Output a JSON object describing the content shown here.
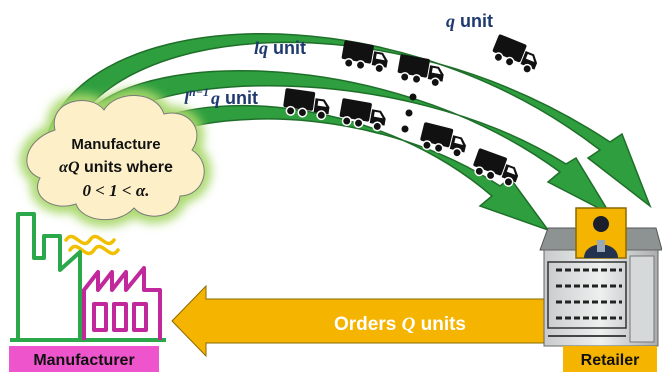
{
  "flows": [
    {
      "prefix": "",
      "var": "q",
      "suffix": " unit"
    },
    {
      "prefix": "",
      "var": "lq",
      "suffix": " unit"
    },
    {
      "prefix": "l",
      "sup": "n−1",
      "var": "q",
      "suffix": " unit"
    }
  ],
  "cloud": {
    "line1": "Manufacture",
    "line2_var": "αQ",
    "line2_rest": " units where",
    "line3": "0 < 1 < α."
  },
  "orders": {
    "prefix": "Orders ",
    "var": "Q",
    "suffix": " units"
  },
  "labels": {
    "manufacturer": "Manufacturer",
    "retailer": "Retailer"
  },
  "colors": {
    "flow_arrow": "#2e9e3e",
    "flow_arrow_dark": "#1f6f2a",
    "order_arrow": "#f5b400",
    "cloud_fill": "#fdf0c8",
    "cloud_glow": "#a8d86a",
    "manufacturer_badge": "#ee55cc",
    "retailer_badge": "#f5b400",
    "factory_green": "#2aa84a",
    "factory_magenta": "#c0289c",
    "label_blue": "#1f3a6e",
    "smoke": "#f0c000"
  },
  "icons": [
    "truck-icon",
    "factory-icon",
    "store-icon",
    "person-icon",
    "smoke-icon"
  ]
}
